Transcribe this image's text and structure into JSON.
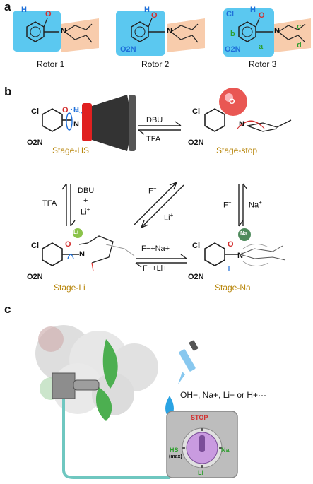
{
  "panels": {
    "a": "a",
    "b": "b",
    "c": "c"
  },
  "rotors": [
    "Rotor 1",
    "Rotor 2",
    "Rotor 3"
  ],
  "stages": {
    "hs": "Stage-HS",
    "stop": "Stage-stop",
    "li": "Stage-Li",
    "na": "Stage-Na"
  },
  "reagents": {
    "top_fwd": "DBU",
    "top_rev": "TFA",
    "left_rev": "TFA",
    "left_fwd_1": "DBU",
    "left_fwd_2": "+",
    "left_fwd_3": "Li",
    "left_fwd_3_sup": "+",
    "right_fwd": "F",
    "right_fwd_sup": "−",
    "right_rev": "Na",
    "right_rev_sup": "+",
    "diag_fwd": "F",
    "diag_fwd_sup": "−",
    "diag_rev": "Li",
    "diag_rev_sup": "+",
    "bottom_fwd": "F−+Na+",
    "bottom_rev": "F−+Li+"
  },
  "atoms": {
    "cl": "Cl",
    "o": "O",
    "h": "H",
    "n": "N",
    "no2": "O2N",
    "li": "Li",
    "na": "Na",
    "a": "a",
    "b": "b",
    "c": "c",
    "d": "d"
  },
  "switch": {
    "stop": "STOP",
    "hs": "HS",
    "hs_sub": "(max)",
    "na": "Na",
    "li": "Li"
  },
  "legend": "=OH−, Na+, Li+ or H+···",
  "colors": {
    "rotor_box": "#5bc8f0",
    "stator_box": "#f7c6a3",
    "stage_text": "#b8860b",
    "switch_body": "#bdbdbd",
    "knob": "#c99be0",
    "cable": "#6fc7c0",
    "drop": "#2aa3e3",
    "stop_red": "#d32f2f",
    "green": "#2e9e2e",
    "blue": "#1e6fd9"
  }
}
